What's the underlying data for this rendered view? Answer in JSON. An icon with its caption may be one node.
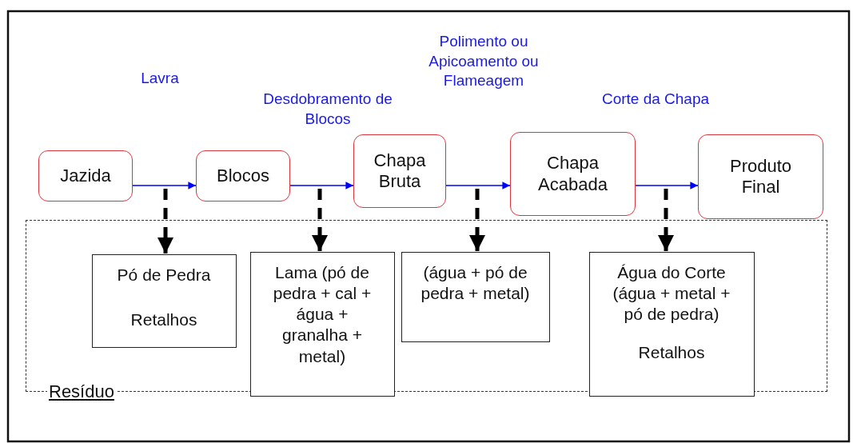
{
  "diagram": {
    "nodes": [
      {
        "text": [
          "Jazida"
        ]
      },
      {
        "text": [
          "Blocos"
        ]
      },
      {
        "text": [
          "Chapa Bruta"
        ]
      },
      {
        "text": [
          "Chapa Acabada"
        ]
      },
      {
        "text": [
          "Produto Final"
        ]
      },
      {
        "text": [
          "Resíduo"
        ]
      },
      {
        "text": [
          "Pó de Pedra",
          "Retalhos"
        ],
        "in": 5
      },
      {
        "text": [
          "Lama (pó de pedra + cal + água + granalha + metal)"
        ],
        "in": 5
      },
      {
        "text": [
          "(água + pó de pedra + metal)"
        ],
        "in": 5
      },
      {
        "text": [
          "Água do Corte (água + metal + pó de pedra)",
          "Retalhos"
        ],
        "in": 5
      }
    ],
    "edges": [
      {
        "from": 0,
        "to": 1,
        "arrow": "to",
        "color": "#0000ff"
      },
      {
        "from": 1,
        "to": 2,
        "arrow": "to",
        "color": "#0000ff"
      },
      {
        "from": 2,
        "to": 3,
        "arrow": "to",
        "color": "#0000ff"
      },
      {
        "from": 3,
        "to": 4,
        "arrow": "to",
        "color": "#0000ff"
      },
      {
        "from": null,
        "to": 6,
        "arrow": "to",
        "style": "dashed",
        "color": "#000000"
      },
      {
        "from": null,
        "to": 7,
        "arrow": "to",
        "style": "dashed",
        "color": "#000000"
      },
      {
        "from": null,
        "to": 8,
        "arrow": "to",
        "style": "dashed",
        "color": "#000000"
      },
      {
        "from": null,
        "to": 9,
        "arrow": "to",
        "style": "dashed",
        "color": "#000000"
      }
    ],
    "labels": [
      "Polimento ou Apicoamento ou Flameagem",
      "Lavra",
      "Desdobramento de Blocos",
      "Corte da Chapa"
    ]
  }
}
